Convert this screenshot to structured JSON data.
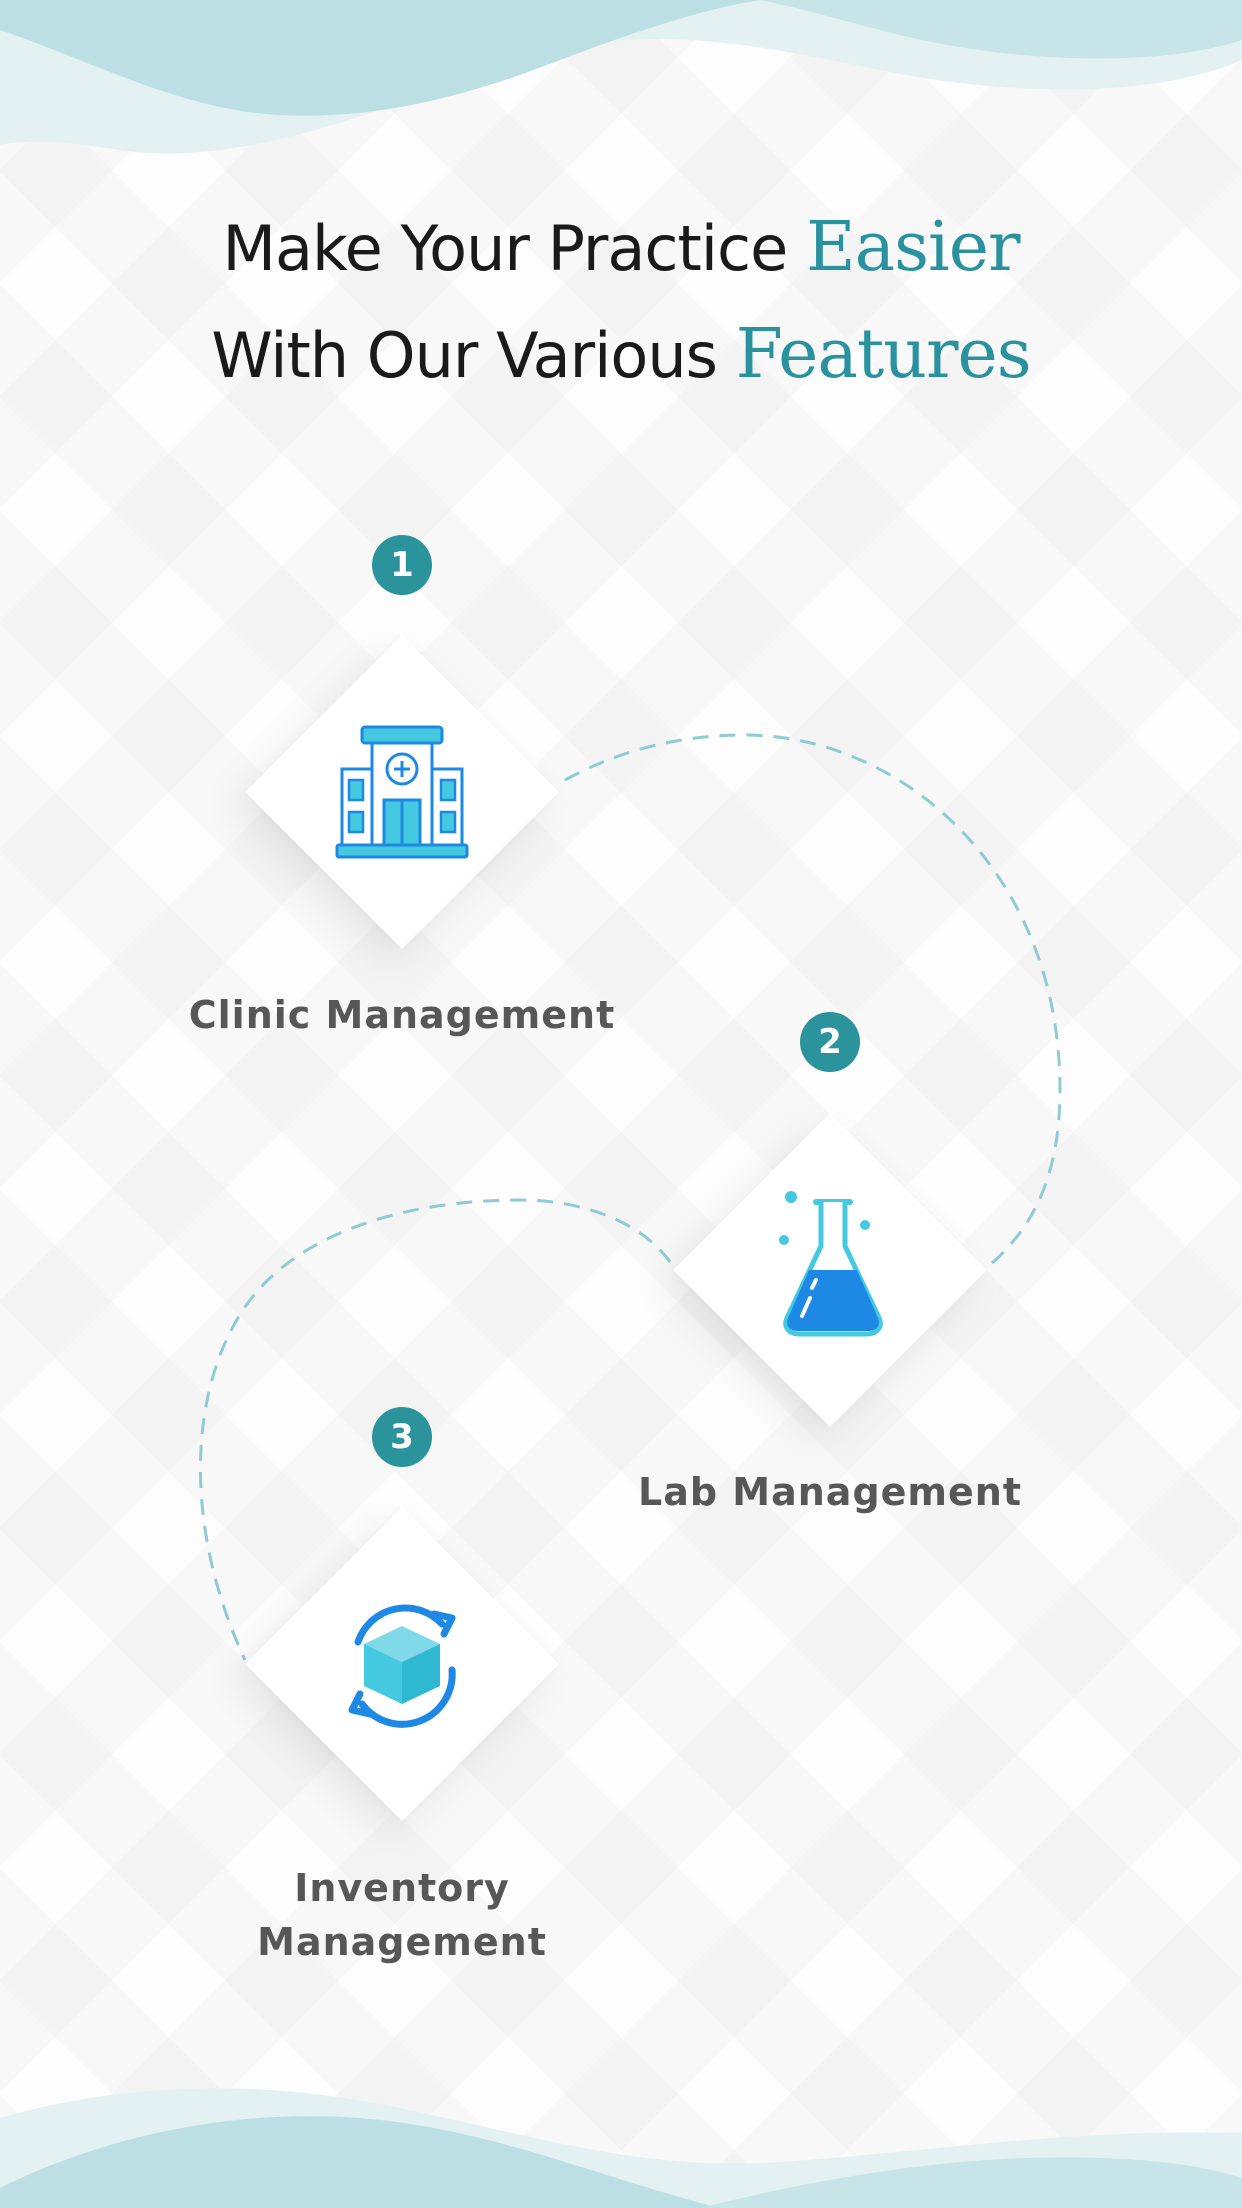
{
  "headline": {
    "line1_prefix": "Make Your Practice",
    "line1_accent": "Easier",
    "line2_prefix": "With Our Various",
    "line2_accent": "Features"
  },
  "features": [
    {
      "number": "1",
      "label": "Clinic Management",
      "icon": "hospital-building-icon"
    },
    {
      "number": "2",
      "label": "Lab Management",
      "icon": "lab-flask-icon"
    },
    {
      "number": "3",
      "label": "Inventory",
      "label2": "Management",
      "icon": "inventory-box-cycle-icon"
    }
  ],
  "colors": {
    "accent": "#2a929e",
    "text_dark": "#1a1a1a",
    "label_gray": "#575757",
    "icon_cyan": "#45c9e0",
    "icon_blue": "#1e88e5",
    "wave": "#bfe0e4"
  }
}
